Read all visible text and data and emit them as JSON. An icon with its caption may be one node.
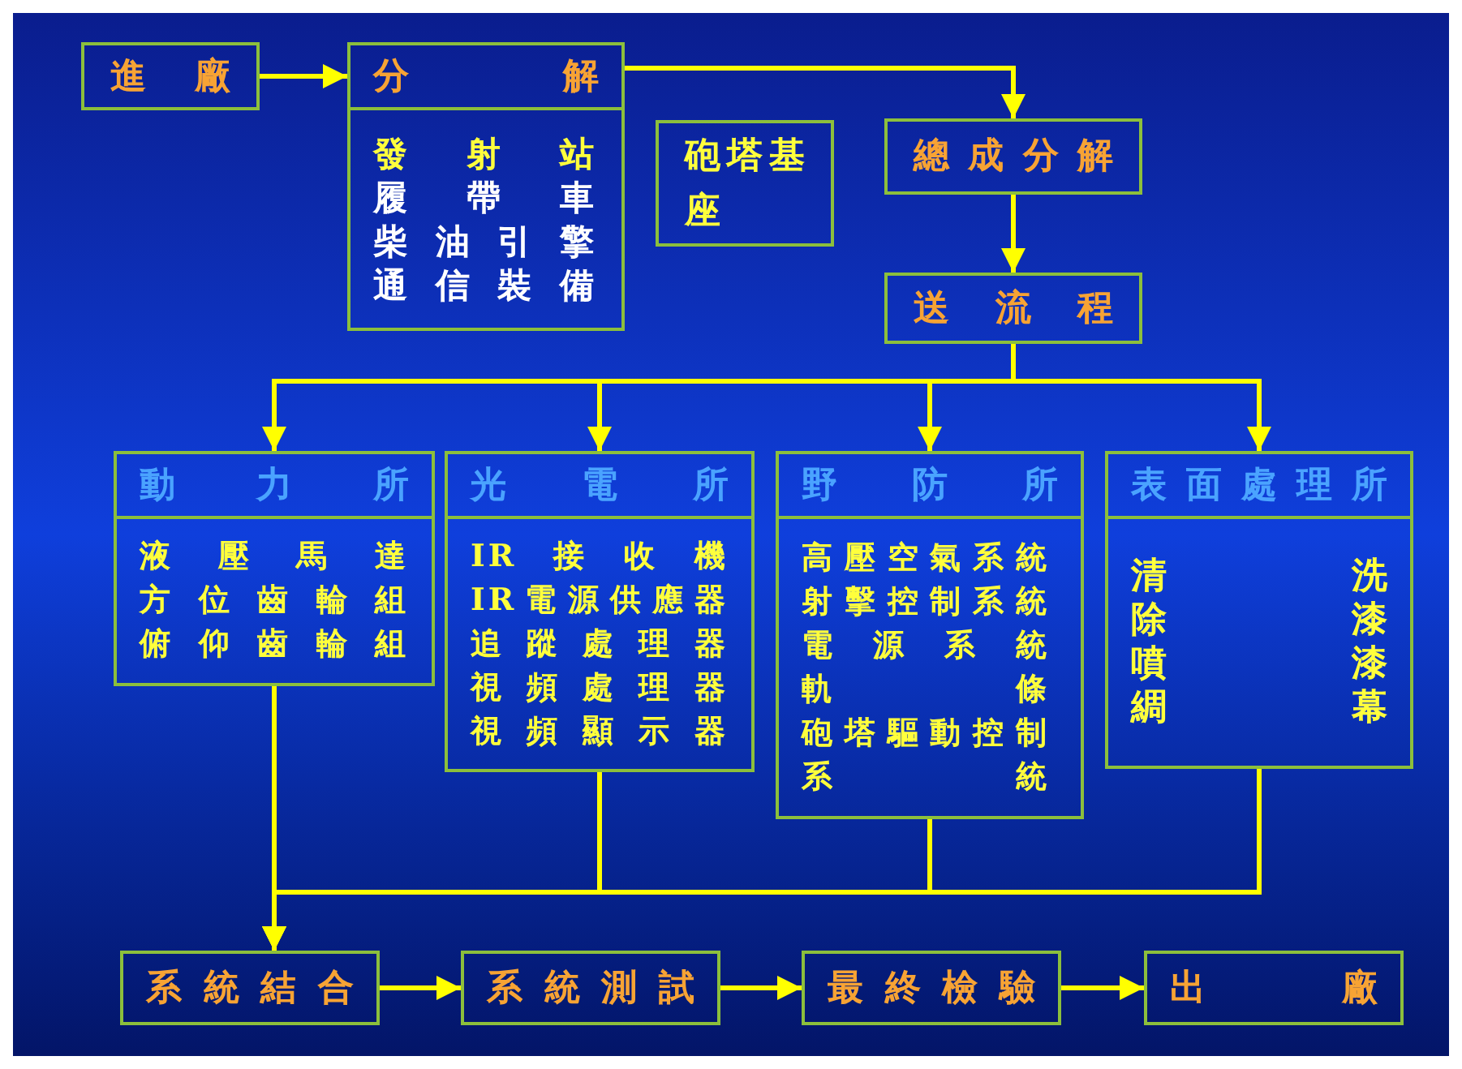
{
  "diagram": {
    "nodes": [
      {
        "text": [
          "進廠"
        ]
      },
      {
        "text": [
          "分解",
          "發射站",
          "履帶車",
          "柴油引擎",
          "通信裝備"
        ]
      },
      {
        "text": [
          "砲塔基座"
        ]
      },
      {
        "text": [
          "總成分解"
        ]
      },
      {
        "text": [
          "送流程"
        ]
      },
      {
        "text": [
          "動力所",
          "液壓馬達",
          "方位齒輪組",
          "俯仰齒輪組"
        ]
      },
      {
        "text": [
          "光電所",
          "IR接收機",
          "IR電源供應器",
          "追蹤處理器",
          "視頻處理器",
          "視頻顯示器"
        ]
      },
      {
        "text": [
          "野防所",
          "高壓空氣系統",
          "射擊控制系統",
          "電源系統",
          "軌條",
          "砲塔驅動控制系統"
        ]
      },
      {
        "text": [
          "表面處理所",
          "清洗",
          "除漆",
          "噴漆",
          "綢幕"
        ]
      },
      {
        "text": [
          "系統結合"
        ]
      },
      {
        "text": [
          "系統測試"
        ]
      },
      {
        "text": [
          "最終檢驗"
        ]
      },
      {
        "text": [
          "出廠"
        ]
      }
    ],
    "edges": [
      {
        "from": 0,
        "to": 1,
        "arrow": "to"
      },
      {
        "from": 1,
        "to": 3,
        "arrow": "to"
      },
      {
        "from": 3,
        "to": 4,
        "arrow": "to"
      },
      {
        "from": 4,
        "to": 5,
        "arrow": "to"
      },
      {
        "from": 4,
        "to": 6,
        "arrow": "to"
      },
      {
        "from": 4,
        "to": 7,
        "arrow": "to"
      },
      {
        "from": 4,
        "to": 8,
        "arrow": "to"
      },
      {
        "from": 5,
        "to": 9,
        "arrow": "to"
      },
      {
        "from": 6,
        "to": 9,
        "arrow": "to"
      },
      {
        "from": 7,
        "to": 9,
        "arrow": "to"
      },
      {
        "from": 8,
        "to": 9,
        "arrow": "to"
      },
      {
        "from": 9,
        "to": 10,
        "arrow": "to"
      },
      {
        "from": 10,
        "to": 11,
        "arrow": "to"
      },
      {
        "from": 11,
        "to": 12,
        "arrow": "to"
      }
    ]
  }
}
